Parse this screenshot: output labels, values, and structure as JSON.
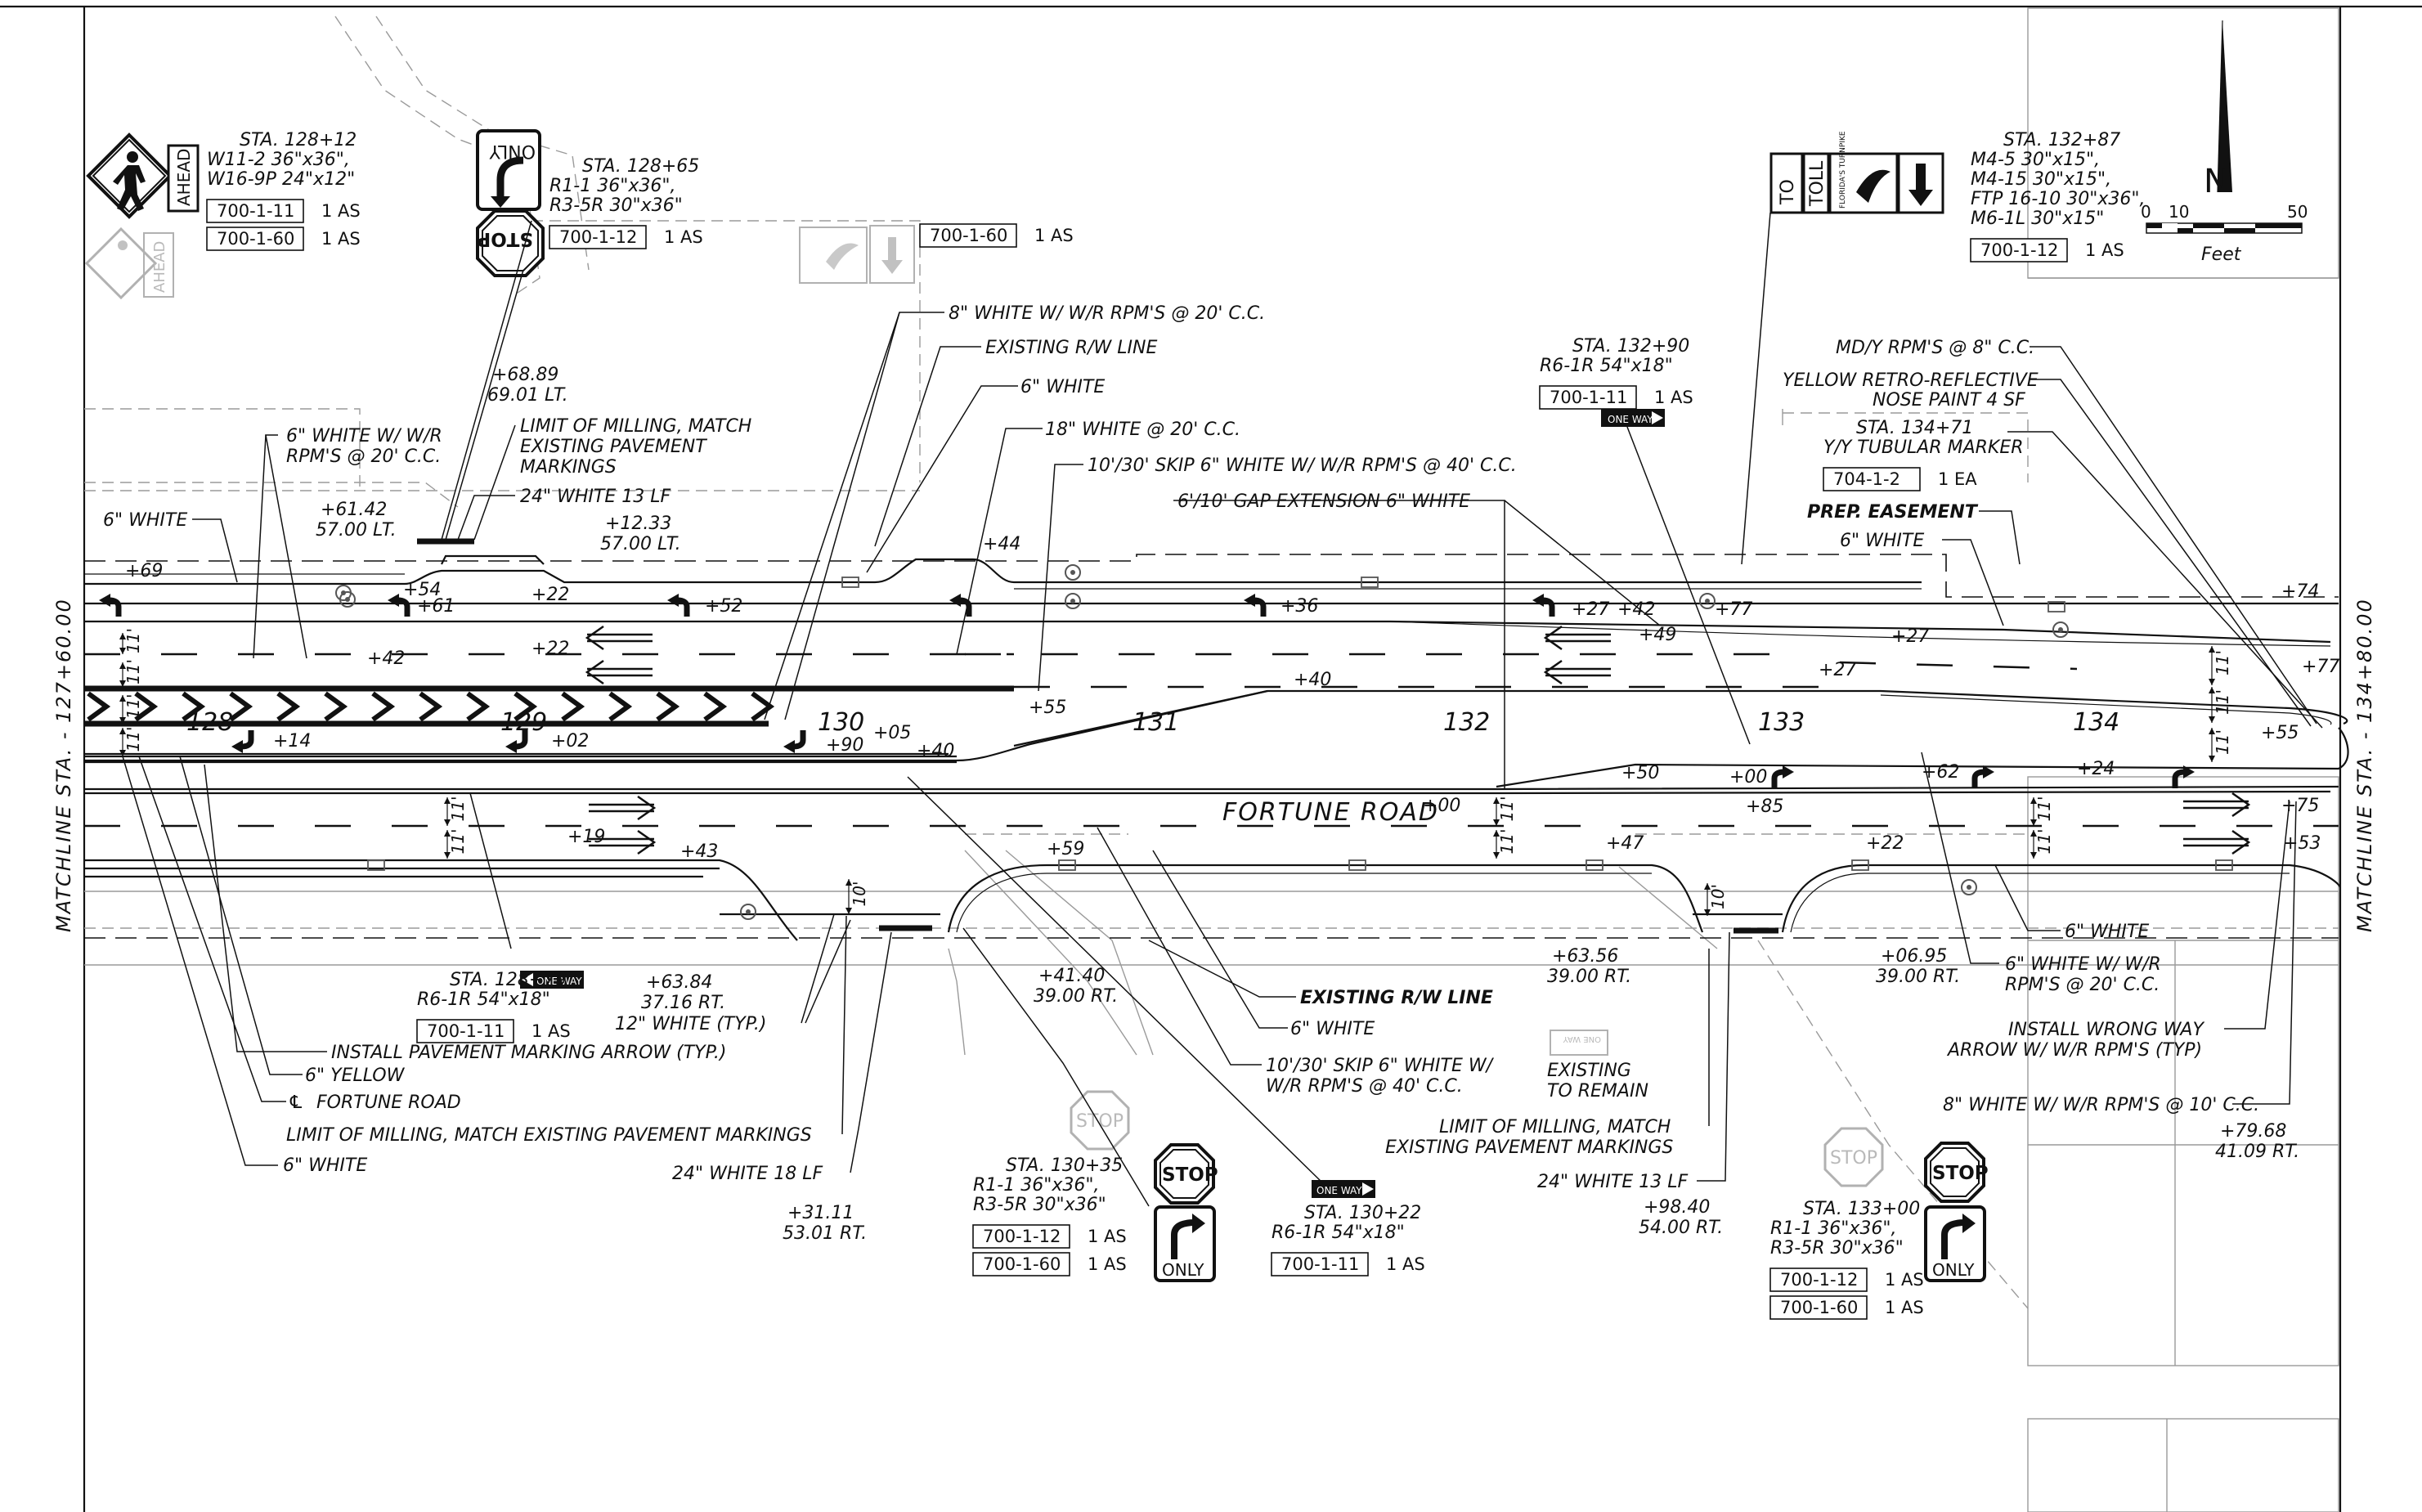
{
  "matchlines": {
    "left": "MATCHLINE STA. - 127+60.00",
    "right": "MATCHLINE STA. - 134+80.00"
  },
  "road_name": "FORTUNE ROAD",
  "scale": {
    "ticks": [
      "0",
      "10",
      "50"
    ],
    "unit": "Feet",
    "north": "N"
  },
  "station_numbers": [
    "128",
    "129",
    "130",
    "131",
    "132",
    "133",
    "134"
  ],
  "sign_callouts": [
    {
      "id": "s12812",
      "lines": [
        "STA. 128+12",
        "W11-2 36\"x36\",",
        "W16-9P 24\"x12\""
      ],
      "items": [
        [
          "700-1-11",
          "1 AS"
        ],
        [
          "700-1-60",
          "1 AS"
        ]
      ]
    },
    {
      "id": "s12865",
      "lines": [
        "STA. 128+65",
        "R1-1 36\"x36\",",
        "R3-5R 30\"x36\""
      ],
      "items": [
        [
          "700-1-12",
          "1 AS"
        ]
      ]
    },
    {
      "id": "sfl",
      "lines": [],
      "items": [
        [
          "700-1-60",
          "1 AS"
        ]
      ]
    },
    {
      "id": "s13287",
      "lines": [
        "STA. 132+87",
        "M4-5 30\"x15\",",
        "M4-15 30\"x15\",",
        "FTP 16-10 30\"x36\",",
        "M6-1L 30\"x15\""
      ],
      "items": [
        [
          "700-1-12",
          "1 AS"
        ]
      ]
    },
    {
      "id": "s13290",
      "lines": [
        "STA. 132+90",
        "R6-1R 54\"x18\""
      ],
      "items": [
        [
          "700-1-11",
          "1 AS"
        ]
      ]
    },
    {
      "id": "s13471",
      "lines": [
        "STA. 134+71",
        "Y/Y TUBULAR MARKER"
      ],
      "items": [
        [
          "704-1-2",
          "1 EA"
        ]
      ]
    },
    {
      "id": "s12879",
      "lines": [
        "STA. 128+79",
        "R6-1R 54\"x18\""
      ],
      "items": [
        [
          "700-1-11",
          "1 AS"
        ]
      ]
    },
    {
      "id": "s13035",
      "lines": [
        "STA. 130+35",
        "R1-1 36\"x36\",",
        "R3-5R 30\"x36\""
      ],
      "items": [
        [
          "700-1-12",
          "1 AS"
        ],
        [
          "700-1-60",
          "1 AS"
        ]
      ]
    },
    {
      "id": "s13022",
      "lines": [
        "STA. 130+22",
        "R6-1R 54\"x18\""
      ],
      "items": [
        [
          "700-1-11",
          "1 AS"
        ]
      ]
    },
    {
      "id": "s13300",
      "lines": [
        "STA. 133+00",
        "R1-1 36\"x36\",",
        "R3-5R 30\"x36\""
      ],
      "items": [
        [
          "700-1-12",
          "1 AS"
        ],
        [
          "700-1-60",
          "1 AS"
        ]
      ]
    }
  ],
  "sign_text": {
    "ahead": "AHEAD",
    "only": "ONLY",
    "stop": "STOP",
    "one_way": "ONE WAY",
    "to": "TO",
    "toll": "TOLL",
    "turnpike": "FLORIDA'S TURNPIKE"
  },
  "notes_top": [
    "8\" WHITE W/ W/R RPM'S @ 20' C.C.",
    "EXISTING R/W LINE",
    "6\" WHITE",
    "18\" WHITE @ 20' C.C.",
    "10'/30' SKIP 6\" WHITE W/ W/R RPM'S @ 40' C.C.",
    "6'/10' GAP EXTENSION 6\" WHITE",
    "MD/Y RPM'S @ 8\" C.C.",
    "YELLOW RETRO-REFLECTIVE",
    "NOSE PAINT 4 SF",
    "PREP. EASEMENT",
    "6\" WHITE"
  ],
  "notes_left": [
    "6\" WHITE W/ W/R",
    "RPM'S @ 20' C.C.",
    "LIMIT OF MILLING, MATCH",
    "EXISTING PAVEMENT",
    "MARKINGS",
    "24\" WHITE 13 LF",
    "6\" WHITE"
  ],
  "notes_bottom": [
    "INSTALL PAVEMENT MARKING ARROW (TYP.)",
    "6\" YELLOW",
    "FORTUNE ROAD",
    "LIMIT OF MILLING, MATCH EXISTING PAVEMENT MARKINGS",
    "6\" WHITE",
    "24\" WHITE 18 LF",
    "12\" WHITE (TYP.)",
    "EXISTING R/W LINE",
    "6\" WHITE",
    "10'/30' SKIP 6\" WHITE W/",
    "W/R RPM'S @ 40' C.C.",
    "EXISTING",
    "TO REMAIN",
    "LIMIT OF MILLING, MATCH",
    "EXISTING PAVEMENT MARKINGS",
    "24\" WHITE 13 LF",
    "6\" WHITE",
    "6\" WHITE W/ W/R",
    "RPM'S @ 20' C.C.",
    "INSTALL WRONG WAY",
    "ARROW W/ W/R RPM'S (TYP)",
    "8\" WHITE W/ W/R RPM'S @ 10' C.C."
  ],
  "offsets": {
    "o6889": [
      "+68.89",
      "69.01 LT."
    ],
    "o6142": [
      "+61.42",
      "57.00 LT."
    ],
    "o1233": [
      "+12.33",
      "57.00 LT."
    ],
    "o6384": [
      "+63.84",
      "37.16 RT."
    ],
    "o3111": [
      "+31.11",
      "53.01 RT."
    ],
    "o4140": [
      "+41.40",
      "39.00 RT."
    ],
    "o6356": [
      "+63.56",
      "39.00 RT."
    ],
    "o9840": [
      "+98.40",
      "54.00 RT."
    ],
    "o0695": [
      "+06.95",
      "39.00 RT."
    ],
    "o7968": [
      "+79.68",
      "41.09 RT."
    ]
  },
  "plus_marks": [
    "+69",
    "+54",
    "+61",
    "+22",
    "+52",
    "+44",
    "+36",
    "+27",
    "+42",
    "+49",
    "+77",
    "+27",
    "+74",
    "+42",
    "+22",
    "+55",
    "+40",
    "+27",
    "+77",
    "+14",
    "+02",
    "+90",
    "+05",
    "+40",
    "+50",
    "+00",
    "+85",
    "+62",
    "+24",
    "+55",
    "+00",
    "+75",
    "+19",
    "+43",
    "+59",
    "+47",
    "+22",
    "+53"
  ],
  "lane_width": "11'",
  "gore_width": "10'"
}
